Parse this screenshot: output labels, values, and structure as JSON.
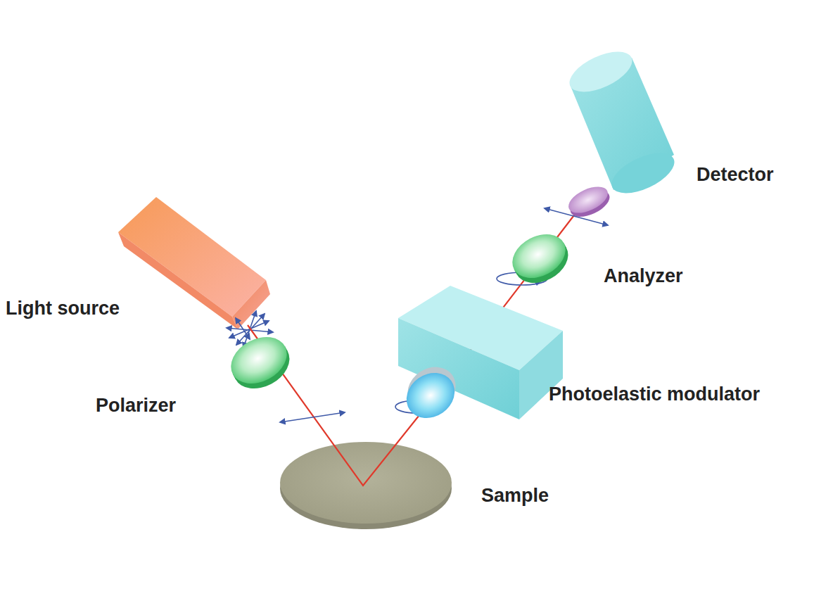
{
  "diagram": {
    "labels": [
      "Detector",
      "Analyzer",
      "Light source",
      "Photoelastic modulator",
      "Polarizer",
      "Sample"
    ]
  }
}
